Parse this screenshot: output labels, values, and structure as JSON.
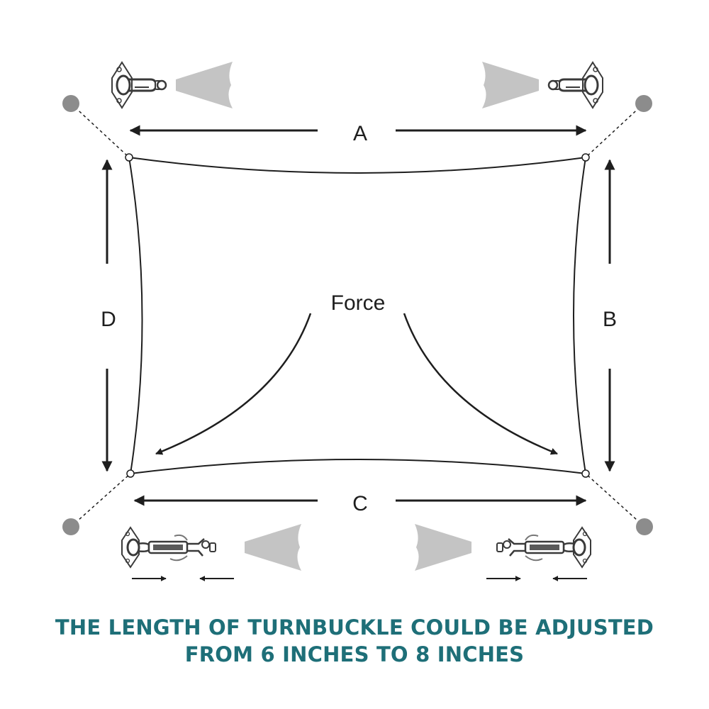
{
  "labels": {
    "side_a": "A",
    "side_b": "B",
    "side_c": "C",
    "side_d": "D",
    "force": "Force"
  },
  "caption": {
    "line1": "THE LENGTH OF TURNBUCKLE COULD BE ADJUSTED",
    "line2": "FROM 6 INCHES TO 8 INCHES"
  },
  "colors": {
    "caption": "#1e6f78",
    "line": "#1e1e1e",
    "anchor_post": "#8c8c8c",
    "fabric_tail": "#c4c4c4",
    "hardware": "#5a5a5a"
  },
  "icons": {
    "post": "post-dot-icon",
    "pad_eye_snap_hook": "pad-eye-snap-hook-icon",
    "pad_eye_turnbuckle": "pad-eye-turnbuckle-icon"
  }
}
